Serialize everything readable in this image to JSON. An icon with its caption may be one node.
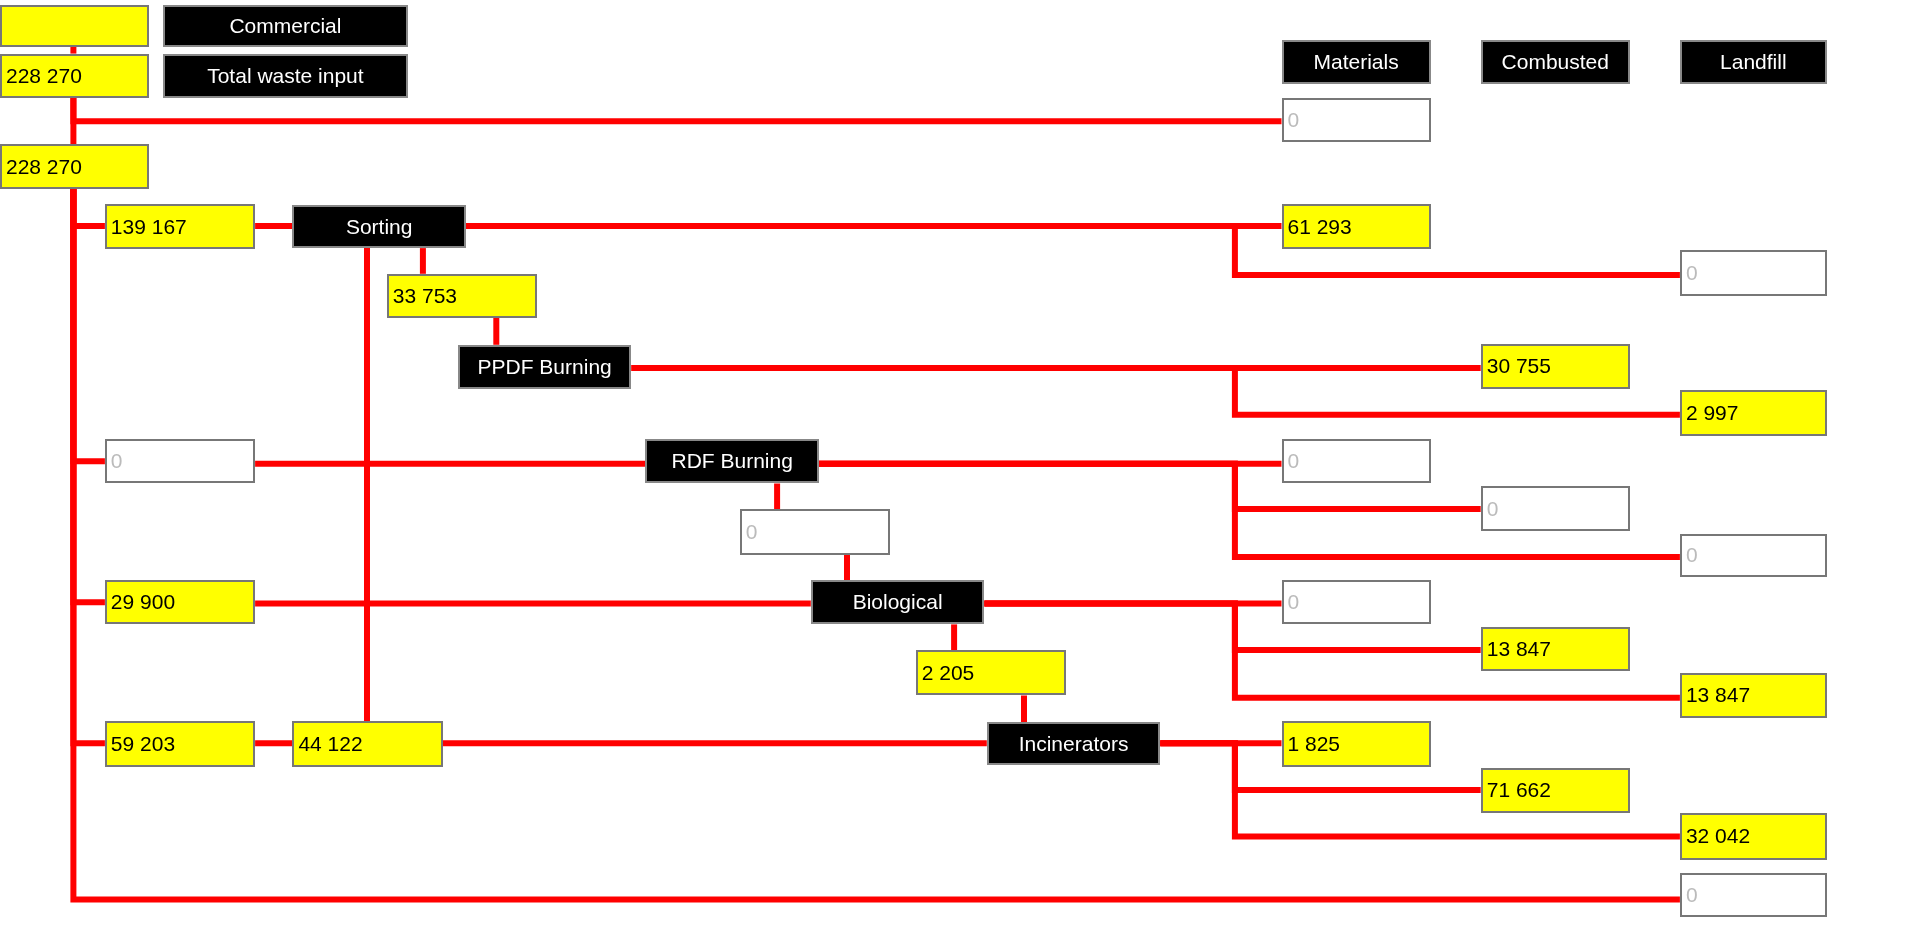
{
  "diagram": {
    "nodes": [
      {
        "text": [],
        "shape": "box"
      },
      {
        "text": [
          "Commercial"
        ]
      },
      {
        "text": [
          "228 270"
        ]
      },
      {
        "text": [
          "Total waste input"
        ]
      },
      {
        "text": [
          "Materials"
        ]
      },
      {
        "text": [
          "Combusted"
        ]
      },
      {
        "text": [
          "Landfill"
        ]
      },
      {
        "text": [
          "0"
        ]
      },
      {
        "text": [
          "228 270"
        ]
      },
      {
        "text": [
          "139 167"
        ]
      },
      {
        "text": [
          "Sorting"
        ]
      },
      {
        "text": [
          "61 293"
        ]
      },
      {
        "text": [
          "0"
        ]
      },
      {
        "text": [
          "33 753"
        ]
      },
      {
        "text": [
          "PPDF Burning"
        ]
      },
      {
        "text": [
          "30 755"
        ]
      },
      {
        "text": [
          "2 997"
        ]
      },
      {
        "text": [
          "0"
        ]
      },
      {
        "text": [
          "RDF Burning"
        ]
      },
      {
        "text": [
          "0"
        ]
      },
      {
        "text": [
          "0"
        ]
      },
      {
        "text": [
          "0"
        ]
      },
      {
        "text": [
          "0"
        ]
      },
      {
        "text": [
          "29 900"
        ]
      },
      {
        "text": [
          "Biological"
        ]
      },
      {
        "text": [
          "0"
        ]
      },
      {
        "text": [
          "13 847"
        ]
      },
      {
        "text": [
          "13 847"
        ]
      },
      {
        "text": [
          "2 205"
        ]
      },
      {
        "text": [
          "59 203"
        ]
      },
      {
        "text": [
          "44 122"
        ]
      },
      {
        "text": [
          "Incinerators"
        ]
      },
      {
        "text": [
          "1 825"
        ]
      },
      {
        "text": [
          "71 662"
        ]
      },
      {
        "text": [
          "32 042"
        ]
      },
      {
        "text": [
          "0"
        ]
      }
    ],
    "edges": [
      {
        "from": 0,
        "to": 2,
        "arrow": "none"
      },
      {
        "from": 2,
        "to": 7,
        "arrow": "none"
      },
      {
        "from": 2,
        "to": 8,
        "arrow": "none"
      },
      {
        "from": 8,
        "to": 9,
        "arrow": "none"
      },
      {
        "from": 8,
        "to": 17,
        "arrow": "none"
      },
      {
        "from": 8,
        "to": 23,
        "arrow": "none"
      },
      {
        "from": 8,
        "to": 29,
        "arrow": "none"
      },
      {
        "from": 8,
        "to": 35,
        "arrow": "none"
      },
      {
        "from": 9,
        "to": 10,
        "arrow": "none"
      },
      {
        "from": 10,
        "to": 11,
        "arrow": "none"
      },
      {
        "from": 10,
        "to": 12,
        "arrow": "none"
      },
      {
        "from": 10,
        "to": 13,
        "arrow": "none"
      },
      {
        "from": 10,
        "to": 30,
        "arrow": "none"
      },
      {
        "from": 13,
        "to": 14,
        "arrow": "none"
      },
      {
        "from": 14,
        "to": 15,
        "arrow": "none"
      },
      {
        "from": 14,
        "to": 16,
        "arrow": "none"
      },
      {
        "from": 17,
        "to": 18,
        "arrow": "none"
      },
      {
        "from": 18,
        "to": 19,
        "arrow": "none"
      },
      {
        "from": 18,
        "to": 20,
        "arrow": "none"
      },
      {
        "from": 18,
        "to": 21,
        "arrow": "none"
      },
      {
        "from": 18,
        "to": 22,
        "arrow": "none"
      },
      {
        "from": 22,
        "to": 24,
        "arrow": "none"
      },
      {
        "from": 23,
        "to": 24,
        "arrow": "none"
      },
      {
        "from": 24,
        "to": 25,
        "arrow": "none"
      },
      {
        "from": 24,
        "to": 26,
        "arrow": "none"
      },
      {
        "from": 24,
        "to": 27,
        "arrow": "none"
      },
      {
        "from": 24,
        "to": 28,
        "arrow": "none"
      },
      {
        "from": 28,
        "to": 31,
        "arrow": "none"
      },
      {
        "from": 29,
        "to": 30,
        "arrow": "none"
      },
      {
        "from": 30,
        "to": 31,
        "arrow": "none"
      },
      {
        "from": 31,
        "to": 32,
        "arrow": "none"
      },
      {
        "from": 31,
        "to": 33,
        "arrow": "none"
      },
      {
        "from": 31,
        "to": 34,
        "arrow": "none"
      }
    ]
  }
}
